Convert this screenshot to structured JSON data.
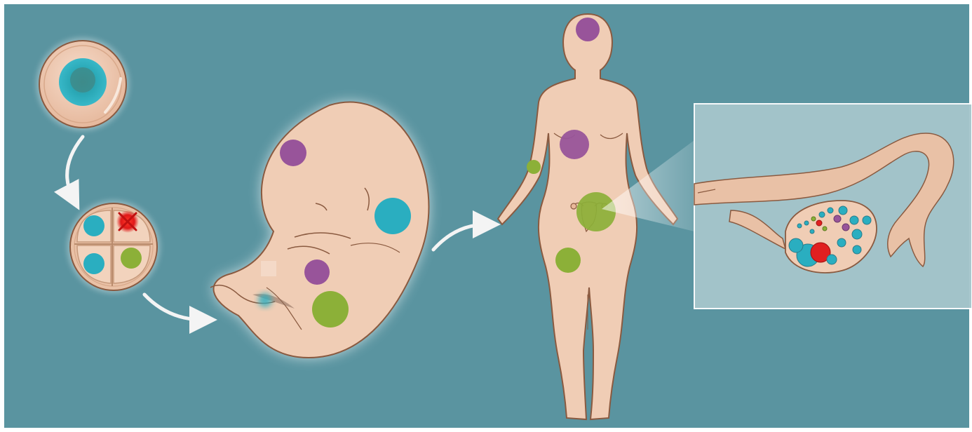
{
  "colors": {
    "background": "#5a94a0",
    "skin": "#f0cdb5",
    "outline": "#8a5a40",
    "cyan": "#2aaec0",
    "purple": "#98549a",
    "green": "#8cb038",
    "red": "#e02020",
    "arrow": "#f4f4f4",
    "inset_panel": "#a6c6cc"
  },
  "stages": [
    "zygote",
    "four-cell-embryo",
    "fetus",
    "adult-female",
    "ovary-inset"
  ],
  "marker_colors_per_stage": {
    "zygote": [
      "cyan"
    ],
    "four-cell-embryo": [
      "cyan",
      "cyan",
      "green",
      "red"
    ],
    "fetus": [
      "purple",
      "cyan",
      "purple",
      "green",
      "cyan"
    ],
    "adult-female": [
      "purple",
      "purple",
      "green",
      "green",
      "green"
    ],
    "ovary-inset": [
      "cyan",
      "red",
      "purple"
    ]
  },
  "icons": [
    "arrow-icon",
    "cell-death-x-icon",
    "uterus-icon"
  ]
}
